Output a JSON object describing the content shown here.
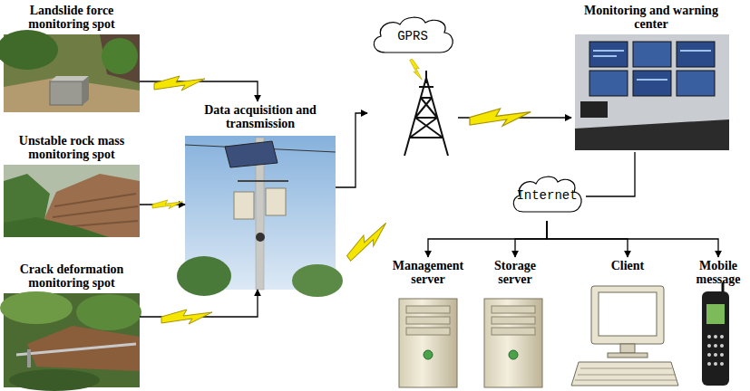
{
  "diagram": {
    "nodes": [
      {
        "text": [
          "Landslide force monitoring spot"
        ]
      },
      {
        "text": [
          "Unstable rock mass monitoring spot"
        ]
      },
      {
        "text": [
          "Crack deformation monitoring spot"
        ]
      },
      {
        "text": [
          "Data acquisition and transmission"
        ]
      },
      {
        "text": [
          "GPRS"
        ]
      },
      {
        "text": [
          "Monitoring and warning center"
        ]
      },
      {
        "text": [
          "Internet"
        ]
      },
      {
        "text": [
          "Management server"
        ]
      },
      {
        "text": [
          "Storage server"
        ]
      },
      {
        "text": [
          "Client"
        ]
      },
      {
        "text": [
          "Mobile message"
        ]
      }
    ],
    "edges": [
      {
        "from": 0,
        "to": 3,
        "arrow": "to"
      },
      {
        "from": 1,
        "to": 3,
        "arrow": "to"
      },
      {
        "from": 2,
        "to": 3,
        "arrow": "to"
      },
      {
        "from": 3,
        "to": 4,
        "arrow": "to"
      },
      {
        "from": 4,
        "to": 5,
        "arrow": "to"
      },
      {
        "from": 5,
        "to": 6,
        "arrow": "none"
      },
      {
        "from": 6,
        "to": 7,
        "arrow": "to"
      },
      {
        "from": 6,
        "to": 8,
        "arrow": "to"
      },
      {
        "from": 6,
        "to": 9,
        "arrow": "to"
      },
      {
        "from": 6,
        "to": 10,
        "arrow": "to"
      }
    ]
  }
}
